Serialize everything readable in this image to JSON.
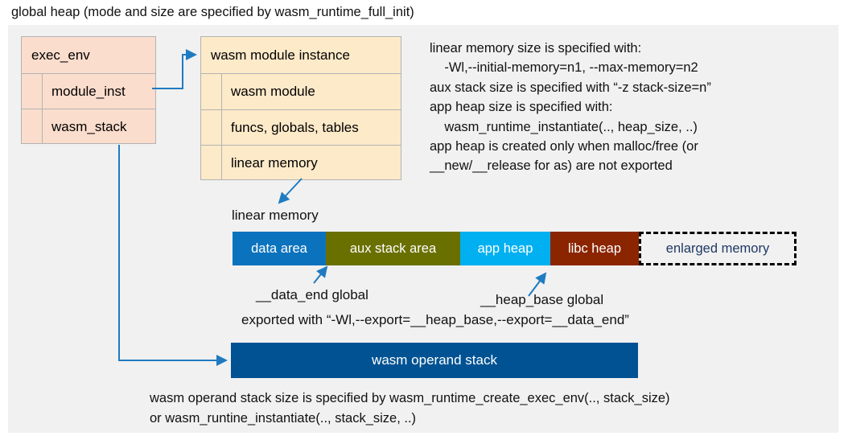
{
  "title": "global heap (mode and size are specified by wasm_runtime_full_init)",
  "colors": {
    "canvas_bg": "#f1f1f1",
    "exec_env_fill": "#fbddcd",
    "module_instance_fill": "#fdeac9",
    "box_border": "#b3b3b3",
    "connector": "#1f7bc1",
    "data_area": "#0b72bd",
    "aux_stack_area": "#6a7000",
    "app_heap": "#00b0f0",
    "libc_heap": "#8b2500",
    "enlarged_memory_text": "#1f3864",
    "operand_stack": "#005293"
  },
  "exec_env_box": {
    "header": "exec_env",
    "fields": [
      {
        "label": "module_inst"
      },
      {
        "label": "wasm_stack"
      }
    ]
  },
  "module_instance_box": {
    "header": "wasm module instance",
    "fields": [
      {
        "label": "wasm module"
      },
      {
        "label": "funcs, globals, tables"
      },
      {
        "label": "linear memory"
      }
    ]
  },
  "notes": "linear memory size is specified with:\n    -Wl,--initial-memory=n1, --max-memory=n2\naux stack size is specified with “-z stack-size=n”\napp heap size is specified with:\n    wasm_runtime_instantiate(.., heap_size, ..)\napp heap is created only when malloc/free (or\n__new/__release for as) are not exported",
  "linear_memory": {
    "caption": "linear memory",
    "segments": [
      {
        "label": "data area",
        "color": "#0b72bd"
      },
      {
        "label": "aux stack area",
        "color": "#6a7000"
      },
      {
        "label": "app heap",
        "color": "#00b0f0"
      },
      {
        "label": "libc heap",
        "color": "#8b2500"
      },
      {
        "label": "enlarged memory",
        "color": "#f1f1f1"
      }
    ]
  },
  "annotations": {
    "data_end": "__data_end global",
    "heap_base": "__heap_base global",
    "exported_with": "exported with “-Wl,--export=__heap_base,--export=__data_end”"
  },
  "operand_stack": {
    "label": "wasm operand stack"
  },
  "bottom_note": "wasm operand stack size is specified by wasm_runtime_create_exec_env(.., stack_size)\nor wasm_runtine_instantiate(.., stack_size, ..)"
}
